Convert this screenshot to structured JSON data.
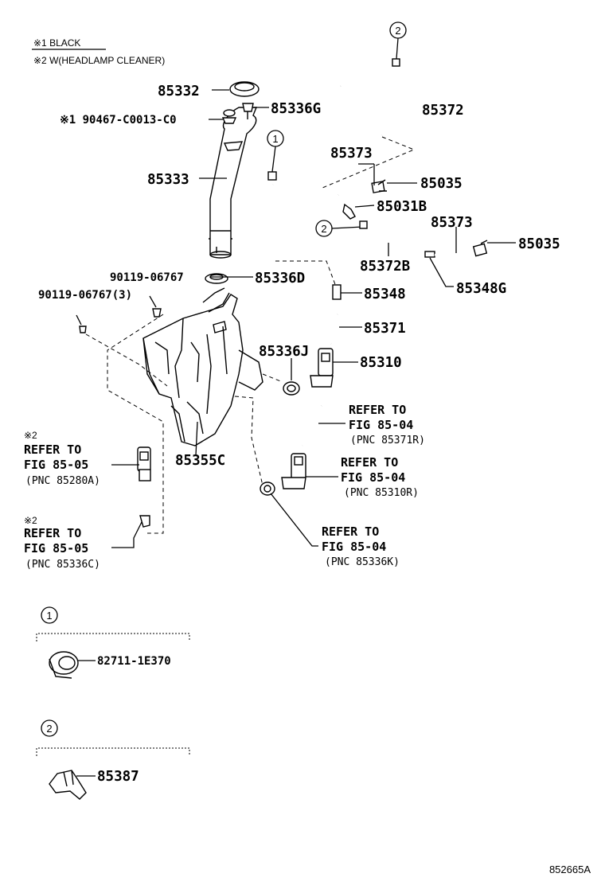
{
  "notes": {
    "note1": "※1 BLACK",
    "note2": "※2 W(HEADLAMP CLEANER)"
  },
  "parts": {
    "p85332": "85332",
    "p85336G": "85336G",
    "p90467": "※1 90467-C0013-C0",
    "p85372": "85372",
    "p85333": "85333",
    "p85373a": "85373",
    "p85035a": "85035",
    "p85031B": "85031B",
    "p85373b": "85373",
    "p85035b": "85035",
    "p85372B": "85372B",
    "p85348G": "85348G",
    "p90119a": "90119-06767",
    "p85336D": "85336D",
    "p90119b": "90119-06767(3)",
    "p85348": "85348",
    "p85371": "85371",
    "p85336J": "85336J",
    "p85310": "85310",
    "p85355C": "85355C"
  },
  "refs": {
    "r1": {
      "l1": "REFER TO",
      "l2": "FIG 85-04",
      "l3": "(PNC 85371R)"
    },
    "r2": {
      "l1": "REFER TO",
      "l2": "FIG 85-04",
      "l3": "(PNC 85310R)"
    },
    "r3": {
      "l1": "REFER TO",
      "l2": "FIG 85-04",
      "l3": "(PNC 85336K)"
    },
    "r4": {
      "mark": "※2",
      "l1": "REFER TO",
      "l2": "FIG 85-05",
      "l3": "(PNC 85280A)"
    },
    "r5": {
      "mark": "※2",
      "l1": "REFER TO",
      "l2": "FIG 85-05",
      "l3": "(PNC 85336C)"
    }
  },
  "callouts": {
    "c1": "1",
    "c2": "2"
  },
  "legend": {
    "l1_circle": "1",
    "l1_part": "82711-1E370",
    "l2_circle": "2",
    "l2_part": "85387"
  },
  "caption": "852665A"
}
